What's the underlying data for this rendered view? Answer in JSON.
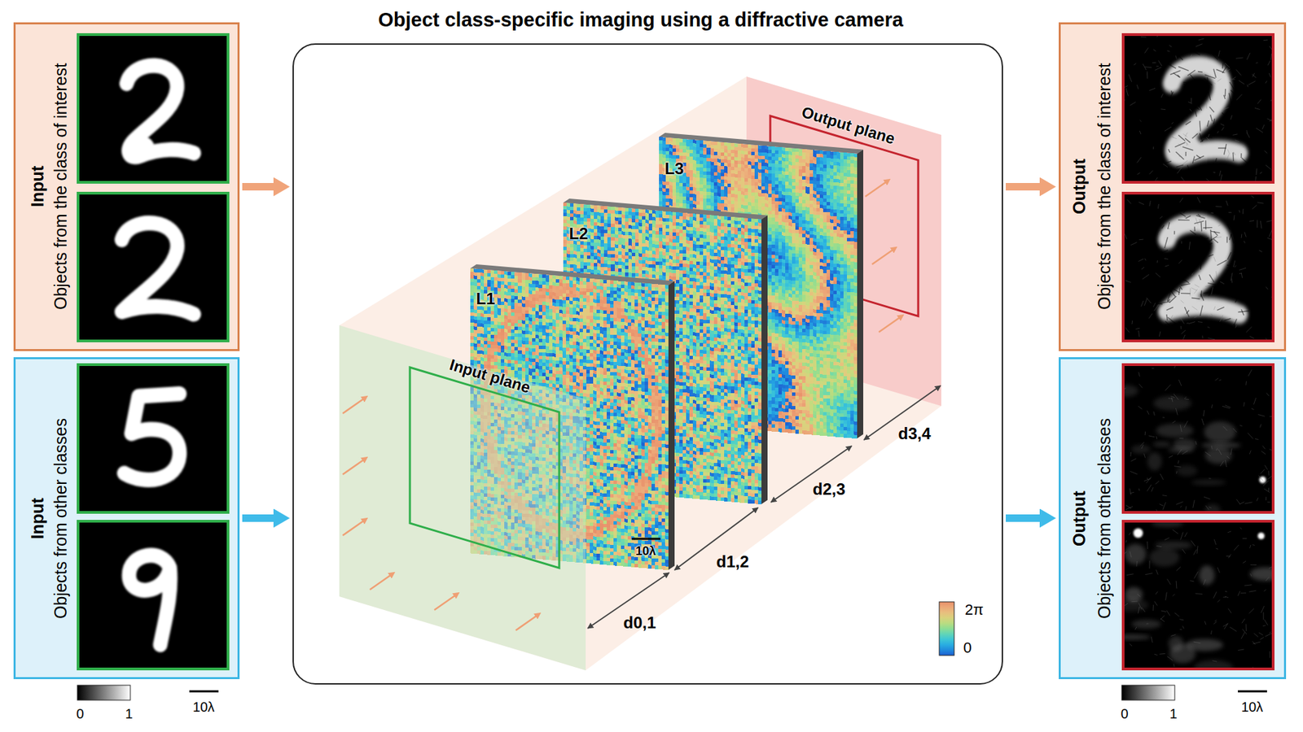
{
  "diagram": {
    "title": "Object class-specific imaging using a diffractive camera",
    "nodes": [
      {
        "text": [
          "Input",
          "Objects from the class of interest"
        ]
      },
      {
        "text": [
          "Input",
          "Objects from other classes"
        ]
      },
      {
        "text": [
          "Input plane",
          "L1",
          "L2",
          "L3",
          "Output plane",
          "d0,1",
          "d1,2",
          "d2,3",
          "d3,4",
          "10λ",
          "2π",
          "0"
        ]
      },
      {
        "text": [
          "Output",
          "Objects from the class of interest"
        ]
      },
      {
        "text": [
          "Output",
          "Objects from other classes"
        ]
      }
    ],
    "edges": [
      {
        "from": 0,
        "to": 2,
        "arrow": "to"
      },
      {
        "from": 1,
        "to": 2,
        "arrow": "to"
      },
      {
        "from": 2,
        "to": 3,
        "arrow": "to"
      },
      {
        "from": 2,
        "to": 4,
        "arrow": "to"
      }
    ],
    "labels": [
      "0",
      "1",
      "10λ",
      "0",
      "1",
      "10λ"
    ]
  }
}
